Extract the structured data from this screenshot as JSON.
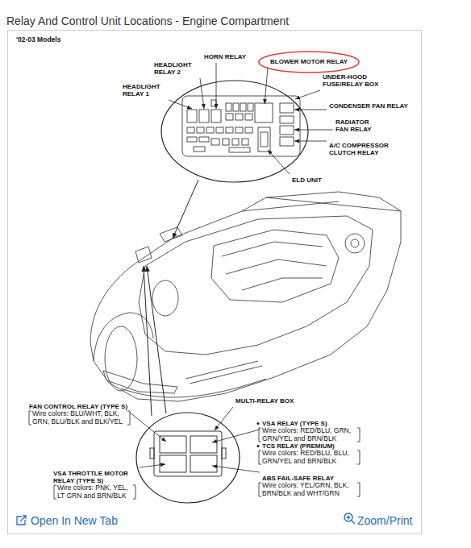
{
  "diagram": {
    "title": "Relay And Control Unit Locations - Engine Compartment",
    "labels": [
      "'02-03 Models",
      "HORN RELAY",
      "HEADLIGHT RELAY 2",
      "BLOWER MOTOR RELAY",
      "HEADLIGHT RELAY 1",
      "UNDER-HOOD FUSE/RELAY BOX",
      "CONDENSER FAN RELAY",
      "RADIATOR FAN RELAY",
      "A/C COMPRESSOR CLUTCH RELAY",
      "ELD UNIT",
      "MULTI-RELAY BOX",
      "FAN CONTROL RELAY (TYPE S)",
      "Wire colors: BLU/WHT, BLK, GRN, BLU/BLK and BLK/YEL",
      "VSA RELAY (TYPE S)",
      "Wire colors: RED/BLU, GRN, GRN/YEL and BRN/BLK",
      "TCS RELAY (PREMIUM)",
      "Wire colors: RED/BLU, BLU, GRN/YEL and BRN/BLK",
      "VSA THROTTLE MOTOR RELAY (TYPE S)",
      "Wire colors: PNK, YEL, LT GRN and BRN/BLK",
      "ABS FAIL-SAFE RELAY",
      "Wire colors: YEL/GRN, BLK, BRN/BLK and WHT/GRN",
      "Open In New Tab",
      "Zoom/Print"
    ]
  }
}
